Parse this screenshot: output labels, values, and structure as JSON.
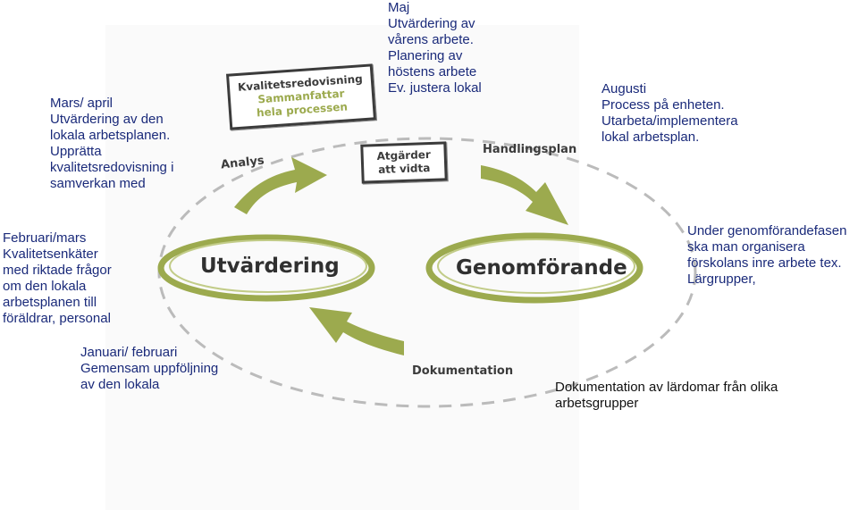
{
  "diagram": {
    "accent_color": "#9caa4e",
    "ovals": {
      "left_label": "Utvärdering",
      "right_label": "Genomförande"
    },
    "stamps": {
      "top": [
        "Kvalitetsredovisning",
        "Sammanfattar",
        "hela processen"
      ],
      "center": [
        "Atgärder",
        "att vidta"
      ]
    },
    "tags": {
      "analys": "Analys",
      "handlingsplan": "Handlingsplan",
      "dokumentation": "Dokumentation"
    }
  },
  "notes": {
    "mars_april": [
      "Mars/ april",
      "Utvärdering av den",
      "lokala arbetsplanen.",
      "Upprätta",
      "kvalitetsredovisning i",
      "samverkan med"
    ],
    "maj": [
      "Maj",
      "Utvärdering av",
      "vårens arbete.",
      "Planering av",
      "höstens arbete",
      "Ev. justera lokal"
    ],
    "augusti": [
      "Augusti",
      "Process på enheten.",
      "Utarbeta/implementera",
      "lokal arbetsplan."
    ],
    "februari_mars": [
      "Februari/mars",
      "Kvalitetsenkäter",
      "med riktade frågor",
      "om den lokala",
      "arbetsplanen till",
      "föräldrar, personal"
    ],
    "genomforandefasen": [
      "Under genomförandefasen",
      "ska man organisera",
      "förskolans inre arbete tex.",
      "Lärgrupper,"
    ],
    "januari_februari": [
      "Januari/ februari",
      "Gemensam uppföljning",
      "av den lokala"
    ],
    "dokumentation_note": [
      "Dokumentation av lärdomar från olika",
      "arbetsgrupper"
    ]
  }
}
